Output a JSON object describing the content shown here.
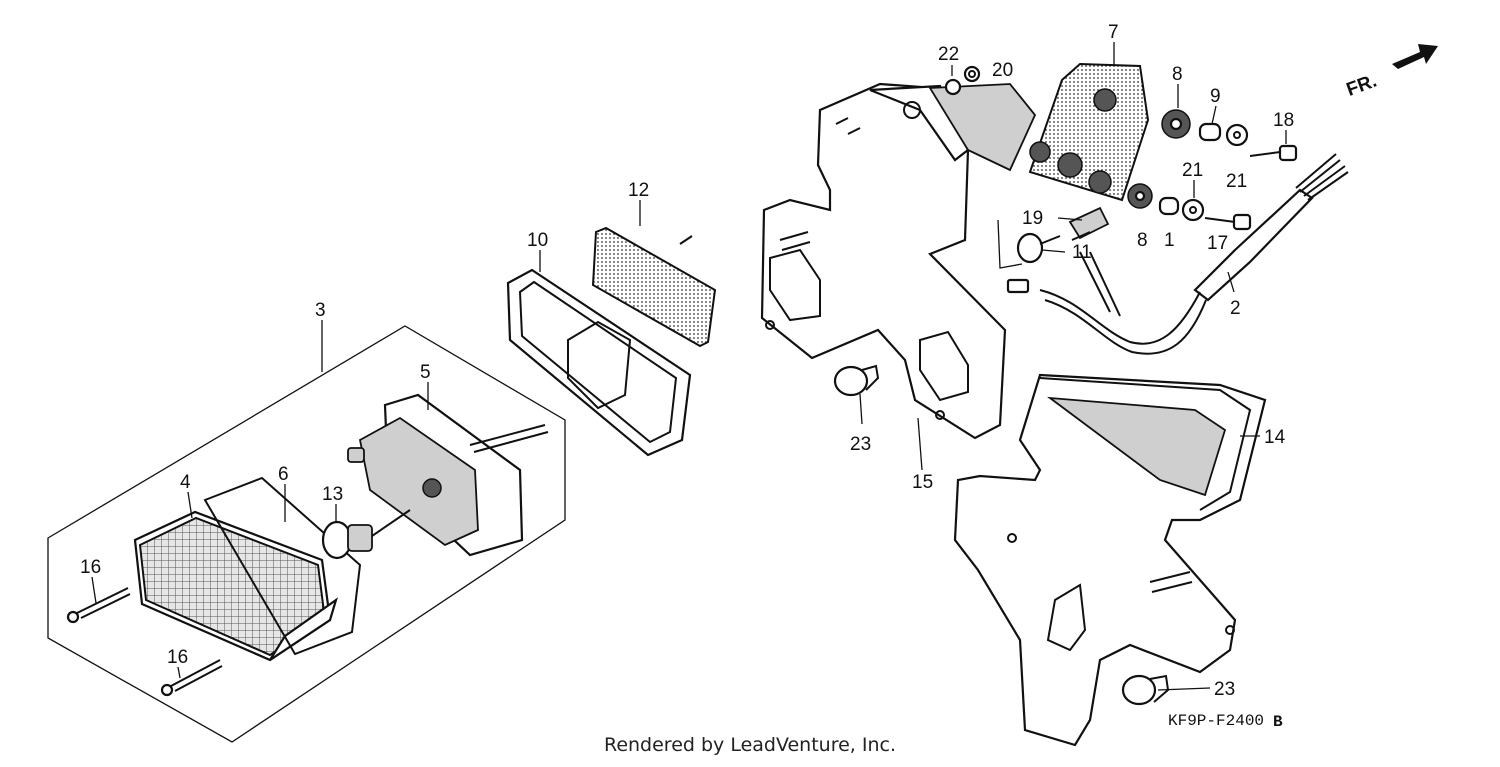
{
  "diagram": {
    "direction_label": "FR.",
    "drawing_code": "KF9P-F2400",
    "revision": "B",
    "credit": "Rendered by LeadVenture, Inc.",
    "callouts": {
      "c1": "1",
      "c2": "2",
      "c3": "3",
      "c4": "4",
      "c5": "5",
      "c6": "6",
      "c7": "7",
      "c8a": "8",
      "c8b": "8",
      "c9": "9",
      "c10": "10",
      "c11": "11",
      "c12": "12",
      "c13": "13",
      "c14": "14",
      "c15": "15",
      "c16a": "16",
      "c16b": "16",
      "c17": "17",
      "c18": "18",
      "c19": "19",
      "c20": "20",
      "c21a": "21",
      "c21b": "21",
      "c22": "22",
      "c23a": "23",
      "c23b": "23"
    }
  }
}
